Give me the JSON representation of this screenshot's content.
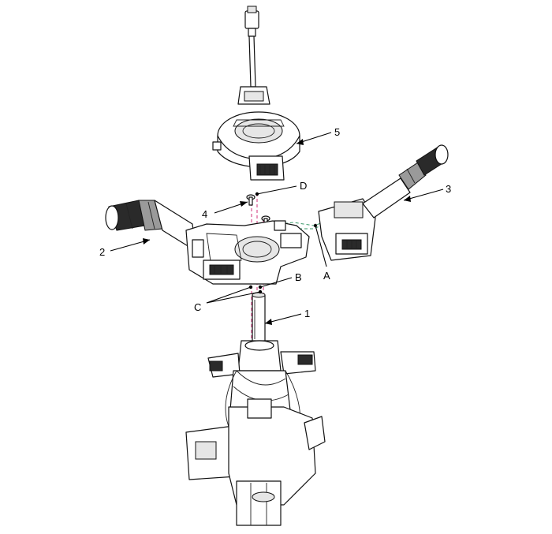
{
  "callouts": {
    "c1": "1",
    "c2": "2",
    "c3": "3",
    "c4": "4",
    "c5": "5",
    "cA": "A",
    "cB": "B",
    "cC": "C",
    "cD": "D"
  },
  "colors": {
    "alignment_line_1": "#d0307a",
    "alignment_line_2": "#3a9a6a",
    "line": "#111111",
    "background": "#ffffff"
  }
}
